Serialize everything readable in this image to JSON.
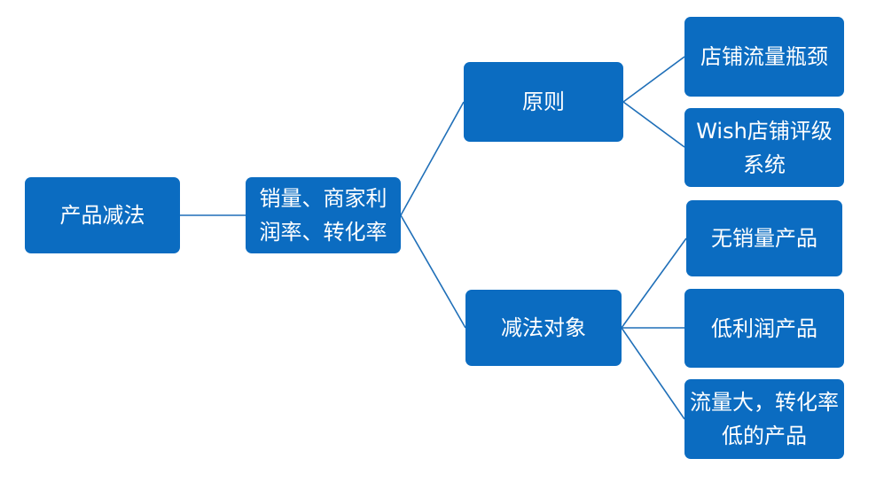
{
  "diagram": {
    "type": "mind-map",
    "line_color": "#1f6fb8",
    "node_color": "#0b6cc1",
    "text_color": "#ffffff",
    "nodes": {
      "root": {
        "label": "产品减法"
      },
      "level2": {
        "label": "销量、商家利润率、转化率"
      },
      "principle": {
        "label": "原则"
      },
      "principle_child_1": {
        "label": "店铺流量瓶颈"
      },
      "principle_child_2": {
        "label": "Wish店铺评级系统"
      },
      "targets": {
        "label": "减法对象"
      },
      "targets_child_1": {
        "label": "无销量产品"
      },
      "targets_child_2": {
        "label": "低利润产品"
      },
      "targets_child_3": {
        "label": "流量大，转化率低的产品"
      }
    }
  }
}
